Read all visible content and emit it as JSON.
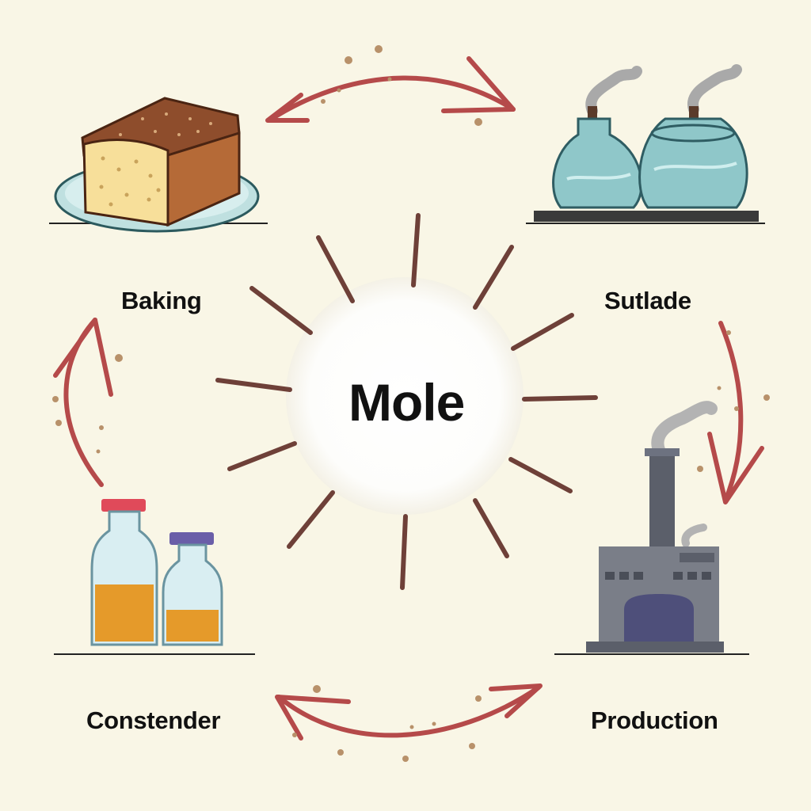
{
  "diagram": {
    "center_label": "Mole",
    "nodes": [
      {
        "id": "baking",
        "label": "Baking",
        "icon": "bread-loaf-icon"
      },
      {
        "id": "sutlade",
        "label": "Sutlade",
        "icon": "glass-flasks-icon"
      },
      {
        "id": "production",
        "label": "Production",
        "icon": "factory-icon"
      },
      {
        "id": "constender",
        "label": "Constender",
        "icon": "jars-icon"
      }
    ],
    "edges": [
      {
        "from": "baking",
        "to": "sutlade",
        "bidirectional": true
      },
      {
        "from": "sutlade",
        "to": "production"
      },
      {
        "from": "constender",
        "to": "production",
        "bidirectional": true
      },
      {
        "from": "constender",
        "to": "baking"
      }
    ]
  },
  "colors": {
    "background": "#f9f6e6",
    "arrow": "#b54a4a",
    "ray": "#6e4038",
    "text": "#111111"
  }
}
